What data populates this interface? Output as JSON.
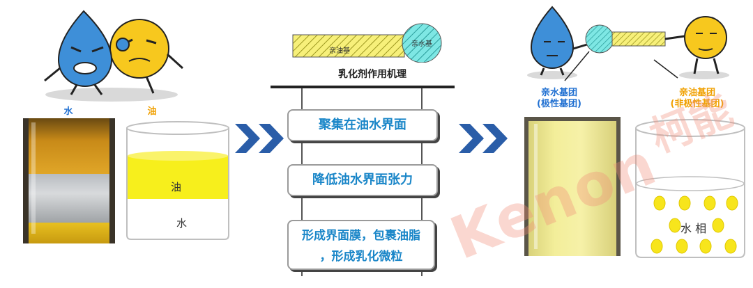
{
  "left": {
    "label_water": "水",
    "label_oil": "油",
    "beaker_oil": "油",
    "beaker_water": "水"
  },
  "center": {
    "bar_hydrophilic": "亲水基",
    "bar_lipophilic": "亲油基",
    "title": "乳化剂作用机理",
    "steps": [
      "聚集在油水界面",
      "降低油水界面张力",
      "形成界面膜，包裹油脂",
      "，形成乳化微粒"
    ]
  },
  "right": {
    "hydrophilic_title": "亲水基团",
    "hydrophilic_sub": "(极性基团)",
    "lipophilic_title": "亲油基团",
    "lipophilic_sub": "(非极性基团)",
    "water_phase": "水 相"
  },
  "watermark": {
    "brand": "Kenon",
    "cn": "柯能"
  },
  "colors": {
    "arrow": "#2a5da8",
    "step_text": "#1a86c8",
    "oil_yellow": "#f7ef1c",
    "label_blue": "#1f6fd1",
    "label_orange": "#f0a000"
  }
}
